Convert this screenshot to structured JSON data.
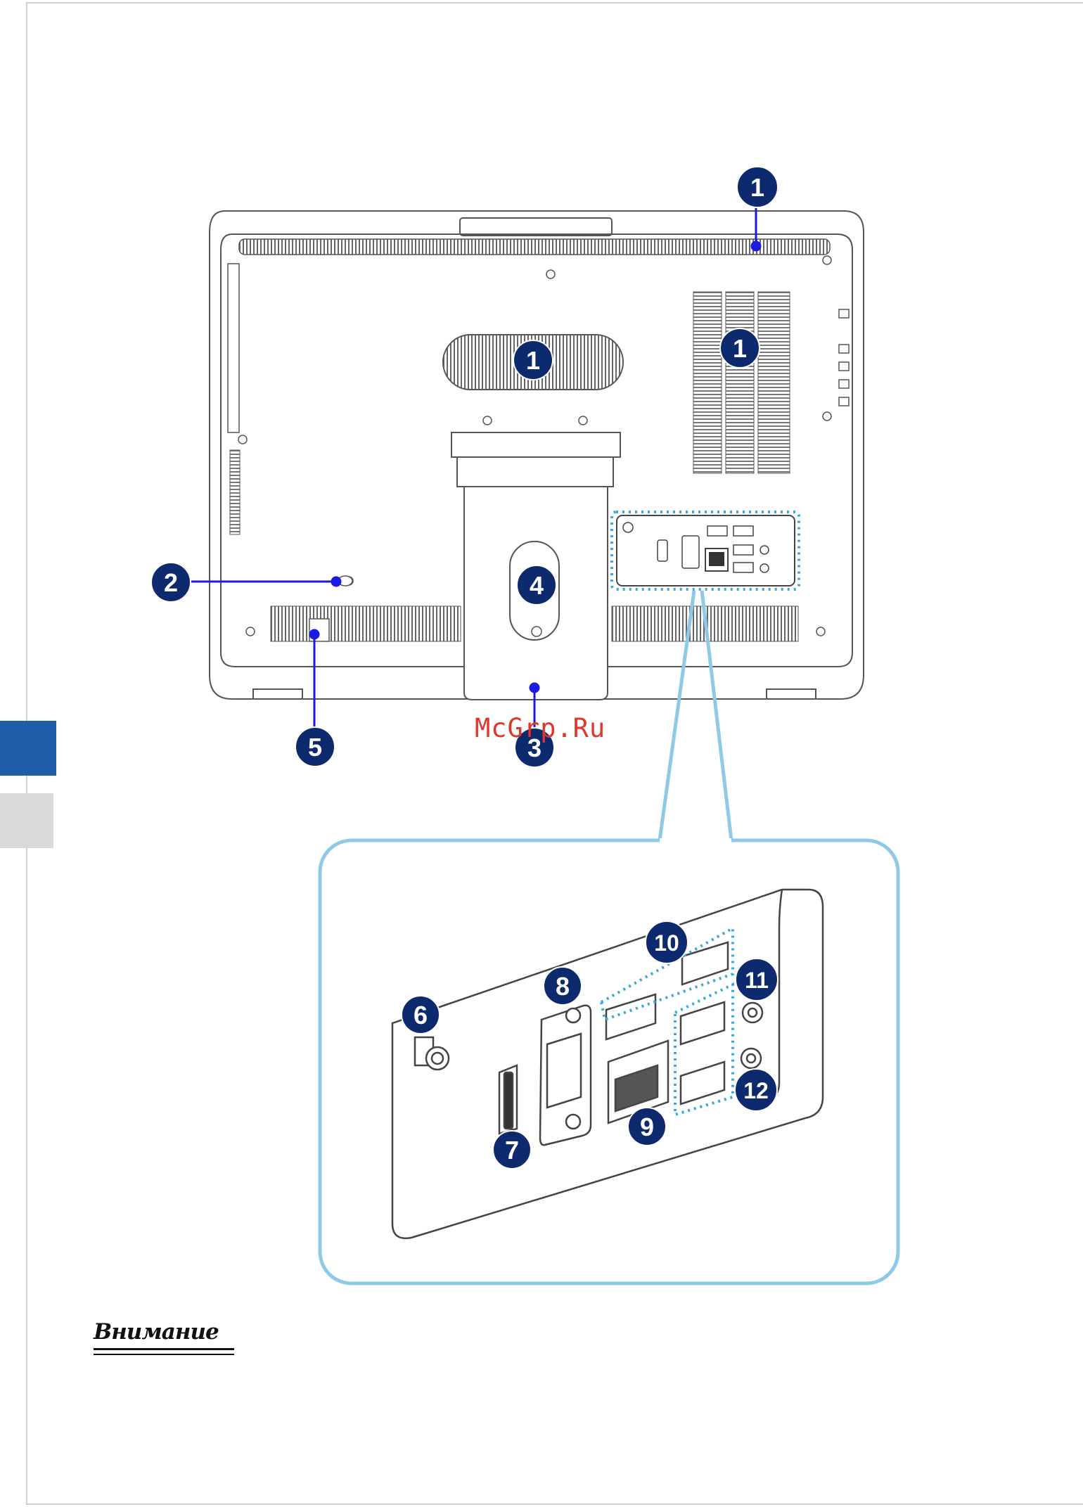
{
  "watermark": "McGrp.Ru",
  "warning_heading": "Внимание",
  "colors": {
    "callout_fill": "#0e2a6e",
    "callout_line": "#1a1ae0",
    "highlight": "#8ec9e8",
    "dots": "#3aa8d8",
    "tab_blue": "#1e5fa8",
    "tab_gray": "#d9d9d9",
    "watermark": "#e0362c"
  },
  "callouts": {
    "c1_top": "1",
    "c1_grille": "1",
    "c1_vent": "1",
    "c2": "2",
    "c3": "3",
    "c4": "4",
    "c5": "5",
    "c6": "6",
    "c7": "7",
    "c8": "8",
    "c9": "9",
    "c10": "10",
    "c11": "11",
    "c12": "12"
  }
}
